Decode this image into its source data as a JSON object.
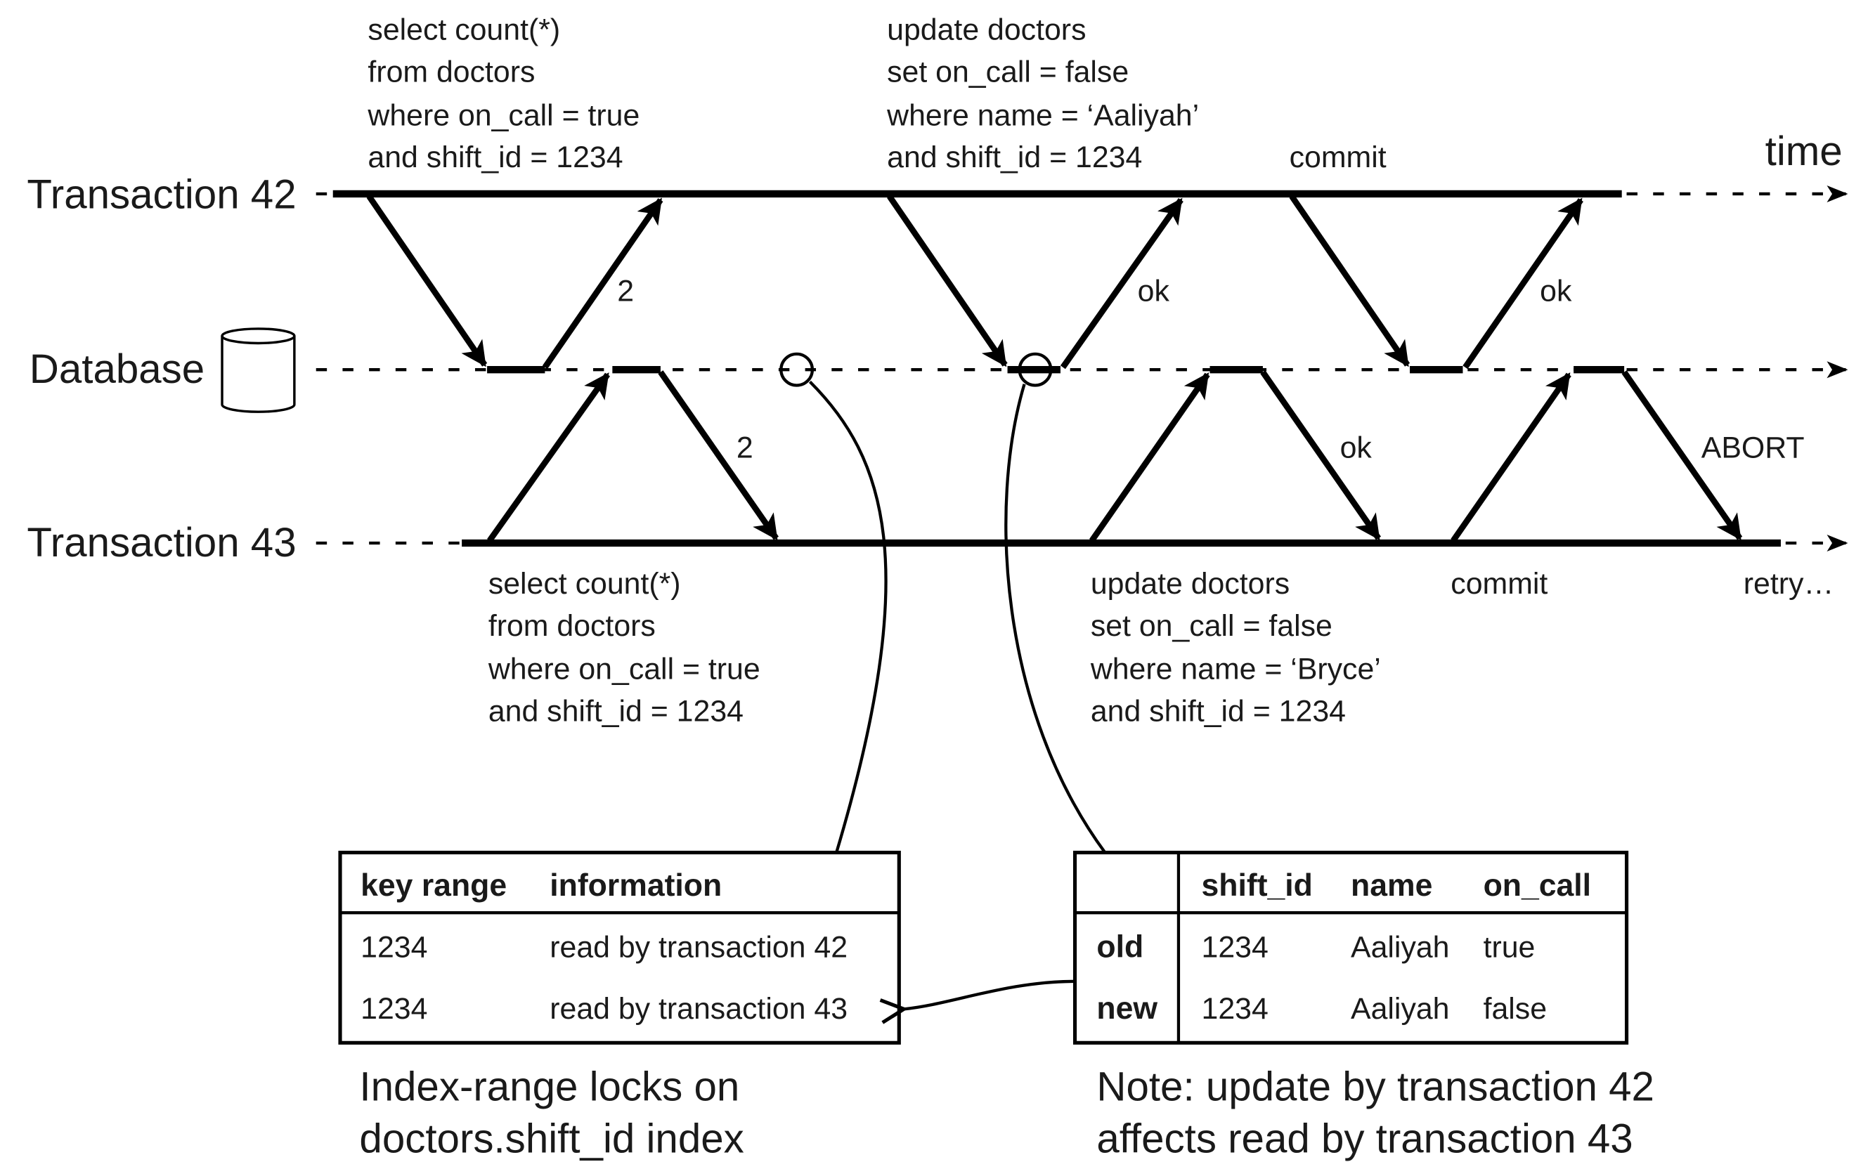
{
  "timeline": {
    "time_label": "time",
    "tx42_label": "Transaction 42",
    "db_label": "Database",
    "tx43_label": "Transaction 43"
  },
  "tx42": {
    "select_query": [
      "select count(*)",
      "from doctors",
      "where on_call = true",
      "and shift_id = 1234"
    ],
    "update_query": [
      "update doctors",
      "set on_call = false",
      "where name = ‘Aaliyah’",
      "and shift_id = 1234"
    ],
    "commit_label": "commit",
    "select_response": "2",
    "update_response": "ok",
    "commit_response": "ok"
  },
  "tx43": {
    "select_query": [
      "select count(*)",
      "from doctors",
      "where on_call = true",
      "and shift_id = 1234"
    ],
    "update_query": [
      "update doctors",
      "set on_call = false",
      "where name = ‘Bryce’",
      "and shift_id = 1234"
    ],
    "commit_label": "commit",
    "retry_label": "retry…",
    "select_response": "2",
    "update_response": "ok",
    "commit_response": "ABORT"
  },
  "index_table": {
    "headers": [
      "key range",
      "information"
    ],
    "rows": [
      [
        "1234",
        "read by transaction 42"
      ],
      [
        "1234",
        "read by transaction 43"
      ]
    ],
    "caption": [
      "Index-range locks on",
      "doctors.shift_id index"
    ]
  },
  "doctors_table": {
    "headers": [
      "",
      "shift_id",
      "name",
      "on_call"
    ],
    "rows": [
      [
        "old",
        "1234",
        "Aaliyah",
        "true"
      ],
      [
        "new",
        "1234",
        "Aaliyah",
        "false"
      ]
    ],
    "caption": [
      "Note: update by transaction 42",
      "affects read by transaction 43"
    ]
  }
}
